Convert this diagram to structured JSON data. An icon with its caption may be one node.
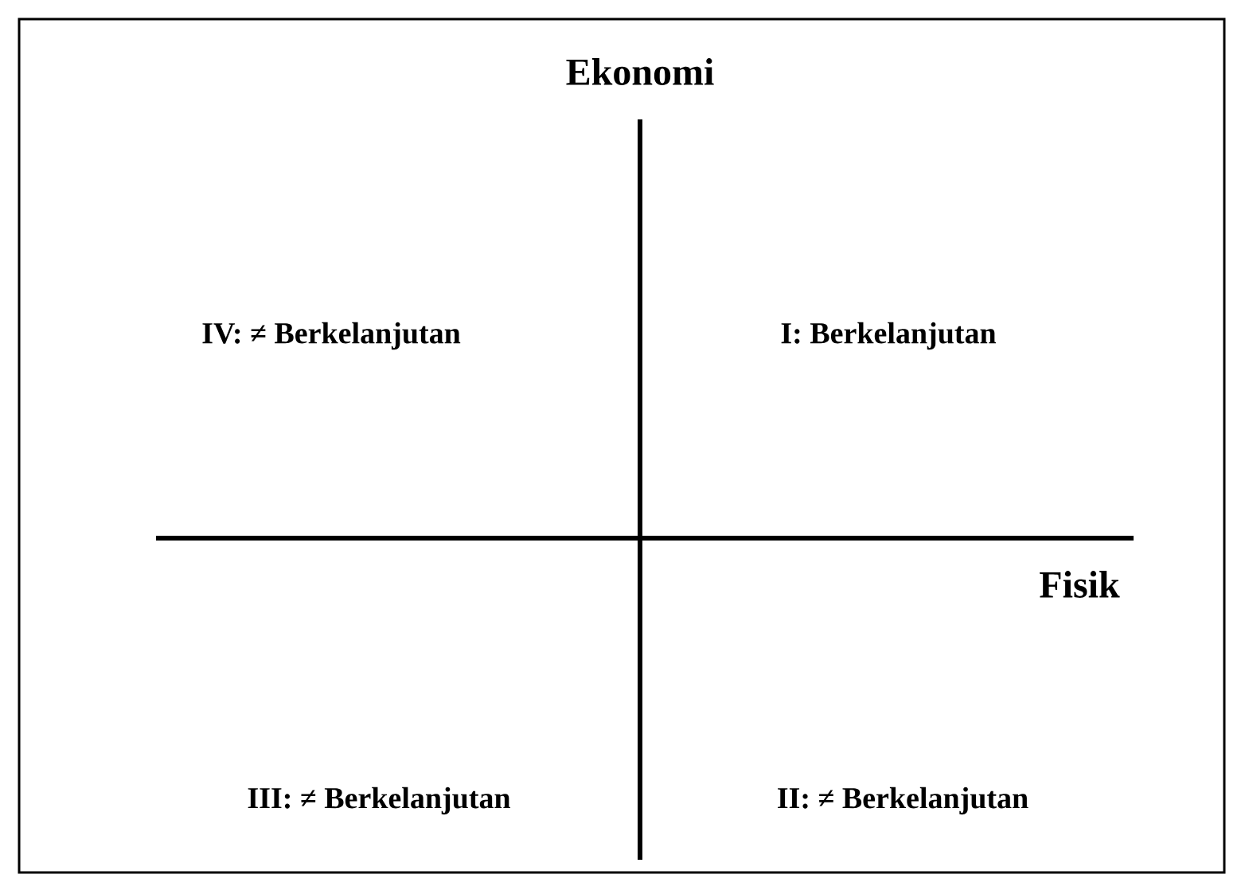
{
  "diagram": {
    "labels": [
      "Ekonomi",
      "IV: ≠ Berkelanjutan",
      "I: Berkelanjutan",
      "Fisik",
      "III: ≠ Berkelanjutan",
      "II: ≠ Berkelanjutan"
    ]
  }
}
